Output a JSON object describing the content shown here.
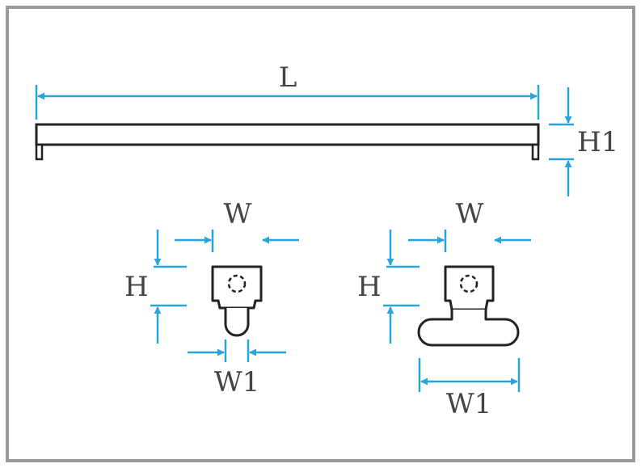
{
  "colors": {
    "frame": "#9a9a9a",
    "dimension": "#29a3d8",
    "outline": "#222222",
    "text": "#444444"
  },
  "labels": {
    "length": "L",
    "end_height": "H1",
    "small_width": "W",
    "small_height": "H",
    "small_base_width": "W1",
    "large_width": "W",
    "large_height": "H",
    "large_base_width": "W1"
  }
}
